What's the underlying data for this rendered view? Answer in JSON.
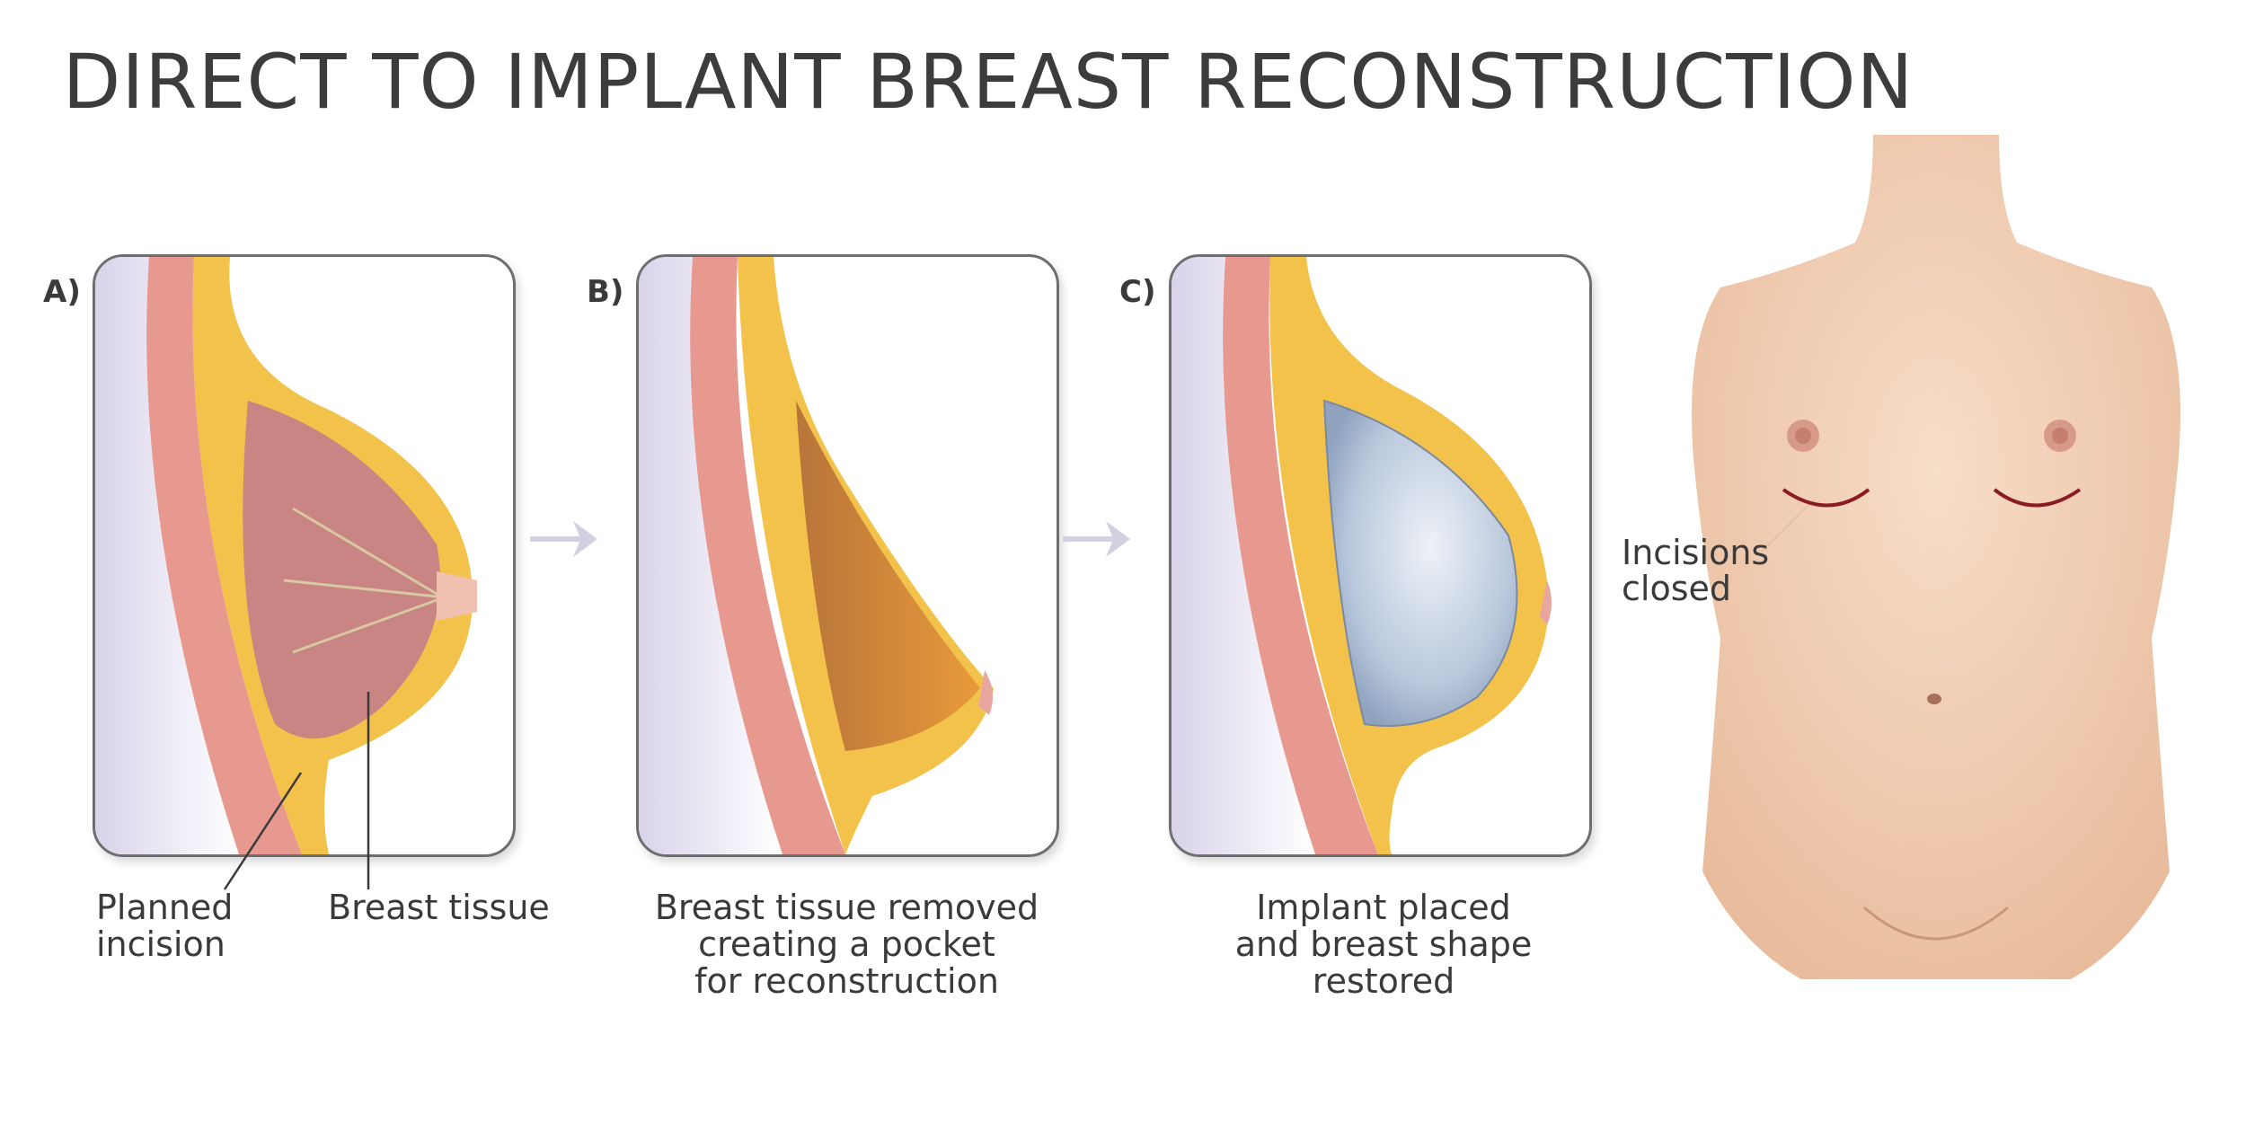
{
  "title": "DIRECT TO IMPLANT BREAST RECONSTRUCTION",
  "panels": [
    {
      "letter": "A)",
      "labels": {
        "left": "Planned\nincision",
        "right": "Breast tissue"
      }
    },
    {
      "letter": "B)",
      "caption": "Breast tissue removed\ncreating a pocket\nfor reconstruction"
    },
    {
      "letter": "C)",
      "caption": "Implant placed\nand breast shape restored"
    }
  ],
  "figure": {
    "callout": "Incisions\nclosed"
  },
  "colors": {
    "muscle": "#e8998f",
    "fat": "#f2c24a",
    "gland": "#c98583",
    "implant": "#b9c8dc",
    "skin": "#f0c8a8",
    "incision": "#8b1c24",
    "panel_border": "#6e6e6e",
    "arrow": "#d4cfe0"
  }
}
